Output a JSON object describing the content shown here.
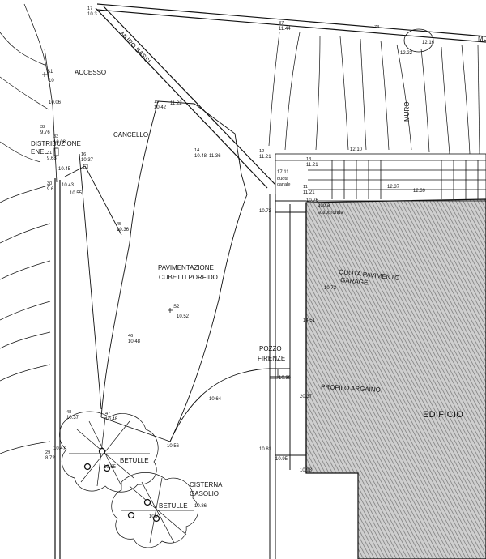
{
  "labels": {
    "accesso": "ACCESSO",
    "muro_sassi": "MURO SASSI",
    "muro_right": "MURO",
    "muro_top": "MU",
    "cancello": "CANCELLO",
    "distribuzione_1": "DISTRIBUZIONE",
    "distribuzione_2": "ENEL",
    "pavimentazione_1": "PAVIMENTAZIONE",
    "pavimentazione_2": "CUBETTI PORFIDO",
    "quota_pav_1": "QUOTA PAVIMENTO",
    "quota_pav_2": "GARAGE",
    "quota_sottogronda_1": "quota",
    "quota_sottogronda_2": "sottogronda",
    "quota_canale_1": "quota",
    "quota_canale_2": "canale",
    "pozzo_1": "POZZO",
    "pozzo_2": "FIRENZE",
    "profilo": "PROFILO ARGAINO",
    "edificio": "EDIFICIO",
    "betulle_a": "BETULLE",
    "betulle_b": "BETULLE",
    "cisterna_1": "CISTERNA",
    "cisterna_2": "GASOLIO",
    "station_s1": "S1",
    "station_s2": "S2"
  },
  "points": [
    {
      "id": "p17",
      "n": "17",
      "e": "10.3"
    },
    {
      "id": "p37",
      "n": "37",
      "e": "11.44"
    },
    {
      "id": "p73",
      "n": "73",
      "e": ""
    },
    {
      "id": "p12t",
      "n": "",
      "e": "12.16"
    },
    {
      "id": "p1222",
      "n": "",
      "e": "12.22"
    },
    {
      "id": "ps1",
      "n": "",
      "e": "10"
    },
    {
      "id": "p15",
      "n": "15",
      "e": "10.42"
    },
    {
      "id": "p1122",
      "n": "",
      "e": "11.22"
    },
    {
      "id": "p32",
      "n": "32",
      "e": "9.76"
    },
    {
      "id": "p33",
      "n": "33",
      "e": "10.38"
    },
    {
      "id": "p1006",
      "n": "",
      "e": "10.06"
    },
    {
      "id": "p31",
      "n": "31",
      "e": "9.68"
    },
    {
      "id": "p16",
      "n": "16",
      "e": "10.37"
    },
    {
      "id": "p1045",
      "n": "",
      "e": "10.45"
    },
    {
      "id": "p14",
      "n": "14",
      "e": "10.48"
    },
    {
      "id": "p1136",
      "n": "",
      "e": "11.36"
    },
    {
      "id": "p12m",
      "n": "12",
      "e": "11.21"
    },
    {
      "id": "p13",
      "n": "13",
      "e": "11.21"
    },
    {
      "id": "p1210",
      "n": "",
      "e": "12.10"
    },
    {
      "id": "p30",
      "n": "30",
      "e": "9.6"
    },
    {
      "id": "p1043",
      "n": "",
      "e": "10.43"
    },
    {
      "id": "p1055",
      "n": "",
      "e": "10.55"
    },
    {
      "id": "p1711",
      "n": "",
      "e": "17.11"
    },
    {
      "id": "p11",
      "n": "11",
      "e": "11.21"
    },
    {
      "id": "p1237",
      "n": "",
      "e": "12.37"
    },
    {
      "id": "p1239",
      "n": "",
      "e": "12.39"
    },
    {
      "id": "p1076",
      "n": "",
      "e": "10.76"
    },
    {
      "id": "p1072",
      "n": "",
      "e": "10.72"
    },
    {
      "id": "p45",
      "n": "45",
      "e": "10.36"
    },
    {
      "id": "p1073",
      "n": "",
      "e": "10.73"
    },
    {
      "id": "ps2",
      "n": "",
      "e": "10.52"
    },
    {
      "id": "p1451",
      "n": "",
      "e": "14.51"
    },
    {
      "id": "p46",
      "n": "46",
      "e": "10.48"
    },
    {
      "id": "p1039",
      "n": "",
      "e": "10.39"
    },
    {
      "id": "p2037",
      "n": "",
      "e": "20.37"
    },
    {
      "id": "p1064",
      "n": "",
      "e": "10.64"
    },
    {
      "id": "p48",
      "n": "48",
      "e": "10.37"
    },
    {
      "id": "p47",
      "n": "47",
      "e": "10.48"
    },
    {
      "id": "p1056",
      "n": "",
      "e": "10.56"
    },
    {
      "id": "p29",
      "n": "29",
      "e": "8.72"
    },
    {
      "id": "p1047",
      "n": "",
      "e": "10.47"
    },
    {
      "id": "p1065",
      "n": "",
      "e": "10.65"
    },
    {
      "id": "p1081",
      "n": "",
      "e": "10.81"
    },
    {
      "id": "p1095",
      "n": "",
      "e": "10.95"
    },
    {
      "id": "p1098",
      "n": "",
      "e": "10.98"
    },
    {
      "id": "p1086",
      "n": "",
      "e": "10.86"
    },
    {
      "id": "p1071",
      "n": "",
      "e": "10.71"
    }
  ],
  "colors": {
    "ink": "#111111",
    "paper": "#ffffff",
    "hatch": "#6e6e6e"
  }
}
